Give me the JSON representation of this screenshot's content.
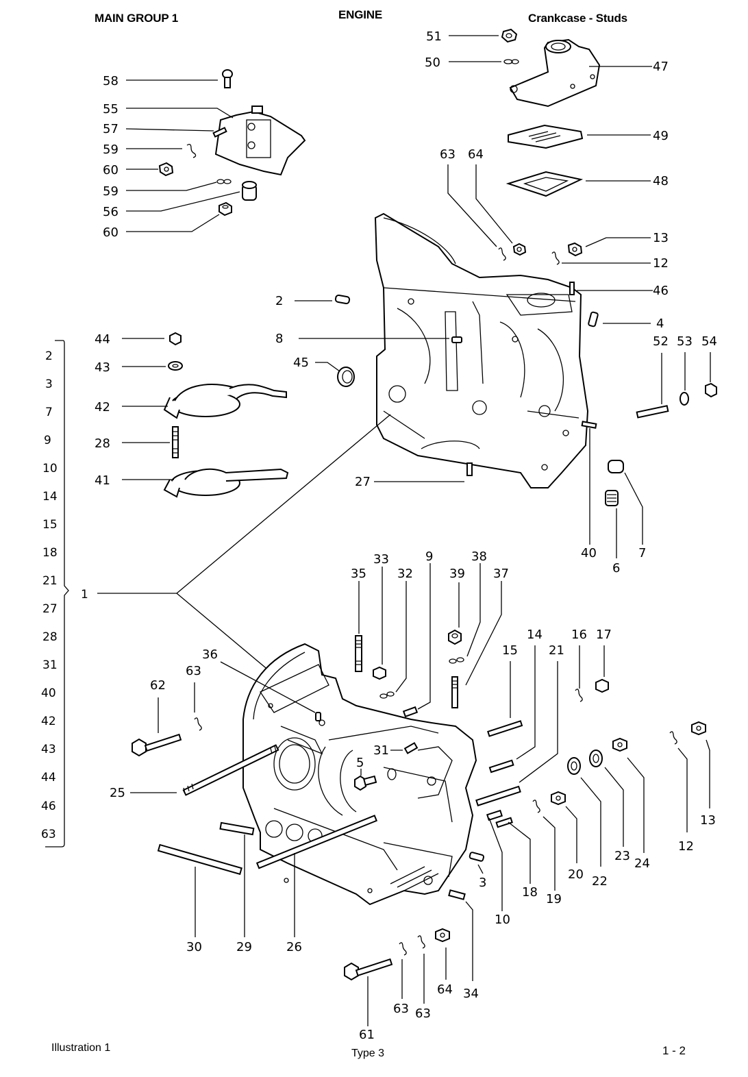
{
  "header": {
    "group": "MAIN GROUP  1",
    "section": "ENGINE",
    "subject": "Crankcase  -  Studs"
  },
  "footer": {
    "illustration": "Illustration  1",
    "type": "Type 3",
    "page": "1  -  2"
  },
  "bracket_group": {
    "assembly_label": "1",
    "items": [
      "2",
      "3",
      "7",
      "9",
      "10",
      "14",
      "15",
      "18",
      "21",
      "27",
      "28",
      "31",
      "40",
      "42",
      "43",
      "44",
      "46",
      "63"
    ]
  },
  "callouts": {
    "c51": "51",
    "c50": "50",
    "c47": "47",
    "c49": "49",
    "c48": "48",
    "c58": "58",
    "c55": "55",
    "c57": "57",
    "c59a": "59",
    "c60a": "60",
    "c59b": "59",
    "c56": "56",
    "c60b": "60",
    "c63a": "63",
    "c64a": "64",
    "c13a": "13",
    "c12a": "12",
    "c46": "46",
    "c2": "2",
    "c4": "4",
    "c8": "8",
    "c45": "45",
    "c44": "44",
    "c43": "43",
    "c42": "42",
    "c28": "28",
    "c41": "41",
    "c27": "27",
    "c52": "52",
    "c53": "53",
    "c54": "54",
    "c40": "40",
    "c6": "6",
    "c7": "7",
    "c35": "35",
    "c33": "33",
    "c32": "32",
    "c9": "9",
    "c39": "39",
    "c38": "38",
    "c37": "37",
    "c14": "14",
    "c15": "15",
    "c21": "21",
    "c16": "16",
    "c17": "17",
    "c36": "36",
    "c63b": "63",
    "c62": "62",
    "c31": "31",
    "c5": "5",
    "c25": "25",
    "c12b": "12",
    "c13b": "13",
    "c20": "20",
    "c22": "22",
    "c23": "23",
    "c24": "24",
    "c19": "19",
    "c18": "18",
    "c3": "3",
    "c10": "10",
    "c34": "34",
    "c30": "30",
    "c29": "29",
    "c26": "26",
    "c61": "61",
    "c63c": "63",
    "c63d": "63",
    "c64b": "64"
  }
}
